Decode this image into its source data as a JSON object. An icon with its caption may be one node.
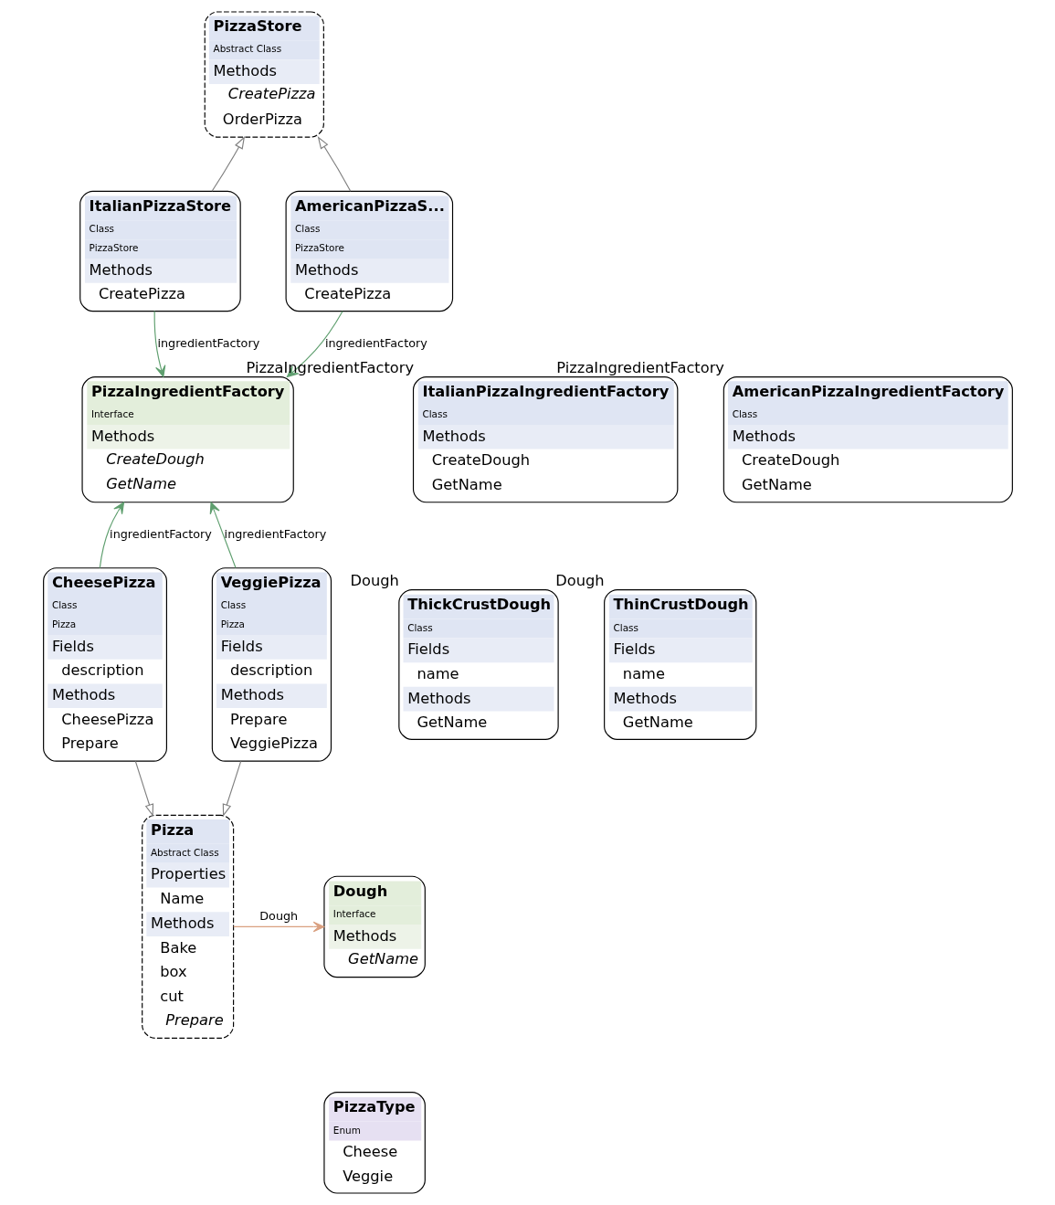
{
  "diagram": {
    "nodes": [
      {
        "text": [
          "PizzaStore",
          "Abstract Class",
          "Methods",
          "CreatePizza",
          "OrderPizza"
        ]
      },
      {
        "text": [
          "ItalianPizzaStore",
          "Class",
          "PizzaStore",
          "Methods",
          "CreatePizza"
        ]
      },
      {
        "text": [
          "AmericanPizzaS...",
          "Class",
          "PizzaStore",
          "Methods",
          "CreatePizza"
        ]
      },
      {
        "text": [
          "PizzaIngredientFactory",
          "Interface",
          "Methods",
          "CreateDough",
          "GetName"
        ]
      },
      {
        "text": [
          "ItalianPizzaIngredientFactory",
          "Class",
          "Methods",
          "CreateDough",
          "GetName"
        ],
        "beside": [
          "PizzaIngredientFactory"
        ]
      },
      {
        "text": [
          "AmericanPizzaIngredientFactory",
          "Class",
          "Methods",
          "CreateDough",
          "GetName"
        ],
        "beside": [
          "PizzaIngredientFactory"
        ]
      },
      {
        "text": [
          "CheesePizza",
          "Class",
          "Pizza",
          "Fields",
          "description",
          "Methods",
          "CheesePizza",
          "Prepare"
        ]
      },
      {
        "text": [
          "VeggiePizza",
          "Class",
          "Pizza",
          "Fields",
          "description",
          "Methods",
          "Prepare",
          "VeggiePizza"
        ]
      },
      {
        "text": [
          "ThinCrustDough",
          "Class",
          "Fields",
          "name",
          "Methods",
          "GetName"
        ],
        "beside": [
          "Dough"
        ]
      },
      {
        "text": [
          "ThickCrustDough",
          "Class",
          "Fields",
          "name",
          "Methods",
          "GetName"
        ],
        "beside": [
          "Dough"
        ]
      },
      {
        "text": [
          "Pizza",
          "Abstract Class",
          "Properties",
          "Name",
          "Methods",
          "Bake",
          "box",
          "cut",
          "Prepare"
        ]
      },
      {
        "text": [
          "Dough",
          "Interface",
          "Methods",
          "GetName"
        ]
      },
      {
        "text": [
          "PizzaType",
          "Enum",
          "Cheese",
          "Veggie"
        ]
      }
    ],
    "edges": [
      {
        "from": 1,
        "to": 0,
        "arrow": "to"
      },
      {
        "from": 2,
        "to": 0,
        "arrow": "to"
      },
      {
        "from": 1,
        "to": 3,
        "arrow": "to",
        "label": "ingredientFactory",
        "color": "#5f9f6f"
      },
      {
        "from": 2,
        "to": 3,
        "arrow": "to",
        "label": "ingredientFactory",
        "color": "#5f9f6f"
      },
      {
        "from": 6,
        "to": 3,
        "arrow": "to",
        "label": "ingredientFactory",
        "color": "#5f9f6f"
      },
      {
        "from": 7,
        "to": 3,
        "arrow": "to",
        "label": "ingredientFactory",
        "color": "#5f9f6f"
      },
      {
        "from": 6,
        "to": 10,
        "arrow": "to"
      },
      {
        "from": 7,
        "to": 10,
        "arrow": "to"
      },
      {
        "from": 10,
        "to": 11,
        "arrow": "to",
        "label": "Dough",
        "color": "#d9a080"
      }
    ]
  }
}
